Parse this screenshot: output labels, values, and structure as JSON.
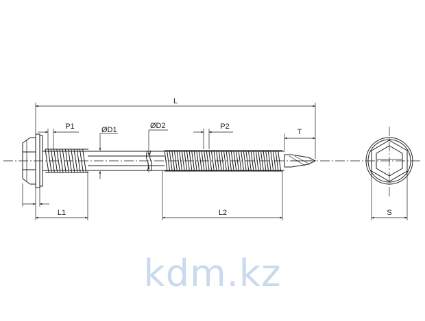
{
  "labels": {
    "L": "L",
    "P1": "P1",
    "D1": "ØD1",
    "D2": "ØD2",
    "P2": "P2",
    "T": "T",
    "L1": "L1",
    "L2": "L2",
    "S": "S"
  },
  "watermark": "kdm.kz",
  "colors": {
    "line": "#1a1a1a",
    "watermark": "#c9d9ee",
    "background": "#ffffff"
  }
}
